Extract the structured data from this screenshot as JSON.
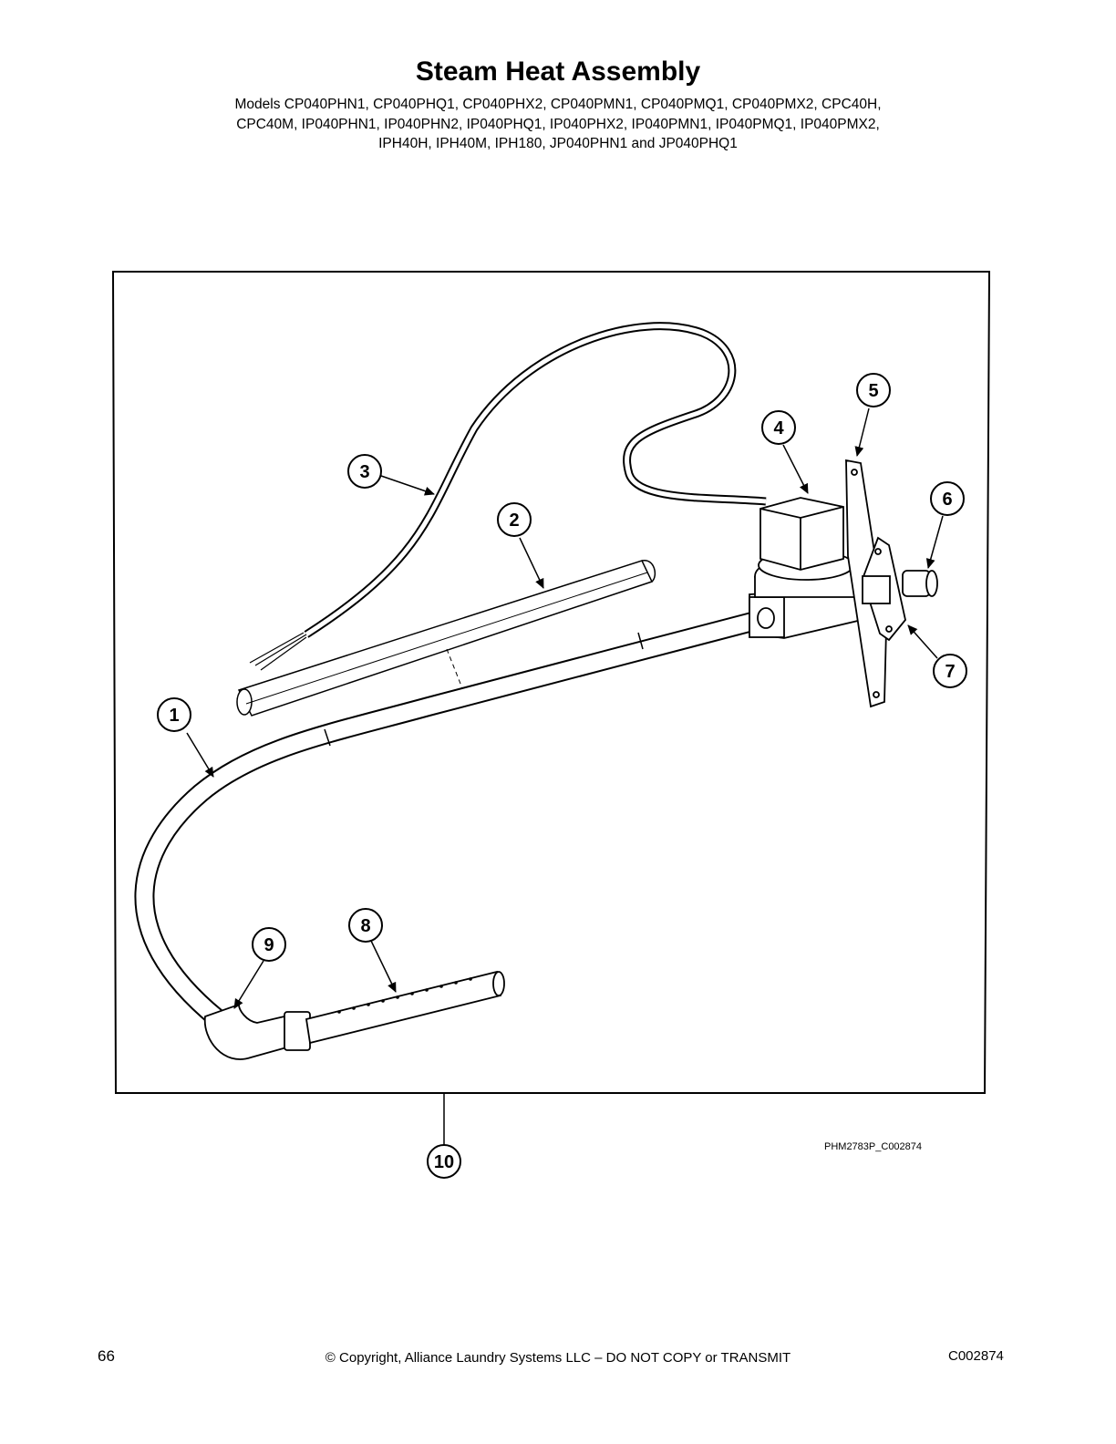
{
  "header": {
    "title": "Steam Heat Assembly",
    "models_lines": [
      "Models CP040PHN1, CP040PHQ1, CP040PHX2, CP040PMN1, CP040PMQ1, CP040PMX2, CPC40H,",
      "CPC40M, IP040PHN1, IP040PHN2, IP040PHQ1, IP040PHX2, IP040PMN1, IP040PMQ1, IP040PMX2,",
      "IPH40H, IPH40M, IPH180, JP040PHN1 and JP040PHQ1"
    ]
  },
  "diagram": {
    "figure_id": "PHM2783P_C002874",
    "callouts": [
      {
        "label": "1"
      },
      {
        "label": "2"
      },
      {
        "label": "3"
      },
      {
        "label": "4"
      },
      {
        "label": "5"
      },
      {
        "label": "6"
      },
      {
        "label": "7"
      },
      {
        "label": "8"
      },
      {
        "label": "9"
      },
      {
        "label": "10"
      }
    ]
  },
  "footer": {
    "page_number": "66",
    "copyright": "© Copyright, Alliance Laundry Systems LLC – DO NOT COPY or TRANSMIT",
    "doc_code": "C002874"
  }
}
